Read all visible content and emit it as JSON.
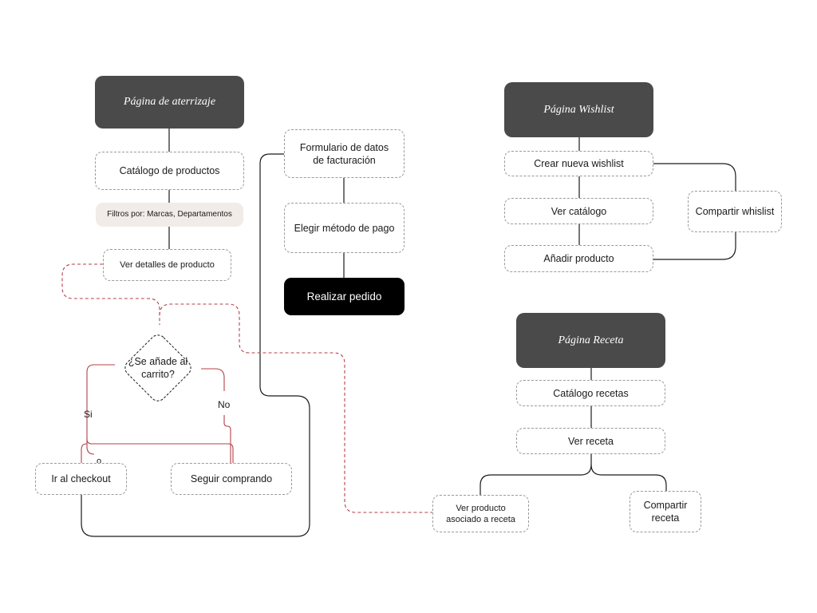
{
  "nodes": {
    "landing_page": "Página de aterrizaje",
    "product_catalog": "Catálogo de productos",
    "filters": "Filtros por: Marcas, Departamentos",
    "product_details": "Ver detalles de producto",
    "decision": "¿Se añade al\ncarrito?",
    "checkout": "Ir al checkout",
    "keep_shopping": "Seguir comprando",
    "billing_form": "Formulario de datos\nde facturación",
    "payment_method": "Elegir método de pago",
    "place_order": "Realizar pedido",
    "wishlist_page": "Página Wishlist",
    "create_wishlist": "Crear nueva wishlist",
    "view_catalog": "Ver catálogo",
    "add_product": "Añadir producto",
    "share_wishlist": "Compartir whislist",
    "recipe_page": "Página Receta",
    "recipe_catalog": "Catálogo recetas",
    "view_recipe": "Ver receta",
    "recipe_product": "Ver producto\nasociado a receta",
    "share_recipe": "Compartir\nreceta"
  },
  "edge_labels": {
    "yes": "Si",
    "no": "No",
    "or": "o"
  },
  "colors": {
    "header_fill": "#4a4a4a",
    "connector": "#1a1a1a",
    "highlight_connector": "#b5404a",
    "tag_fill": "#f1ece8"
  }
}
